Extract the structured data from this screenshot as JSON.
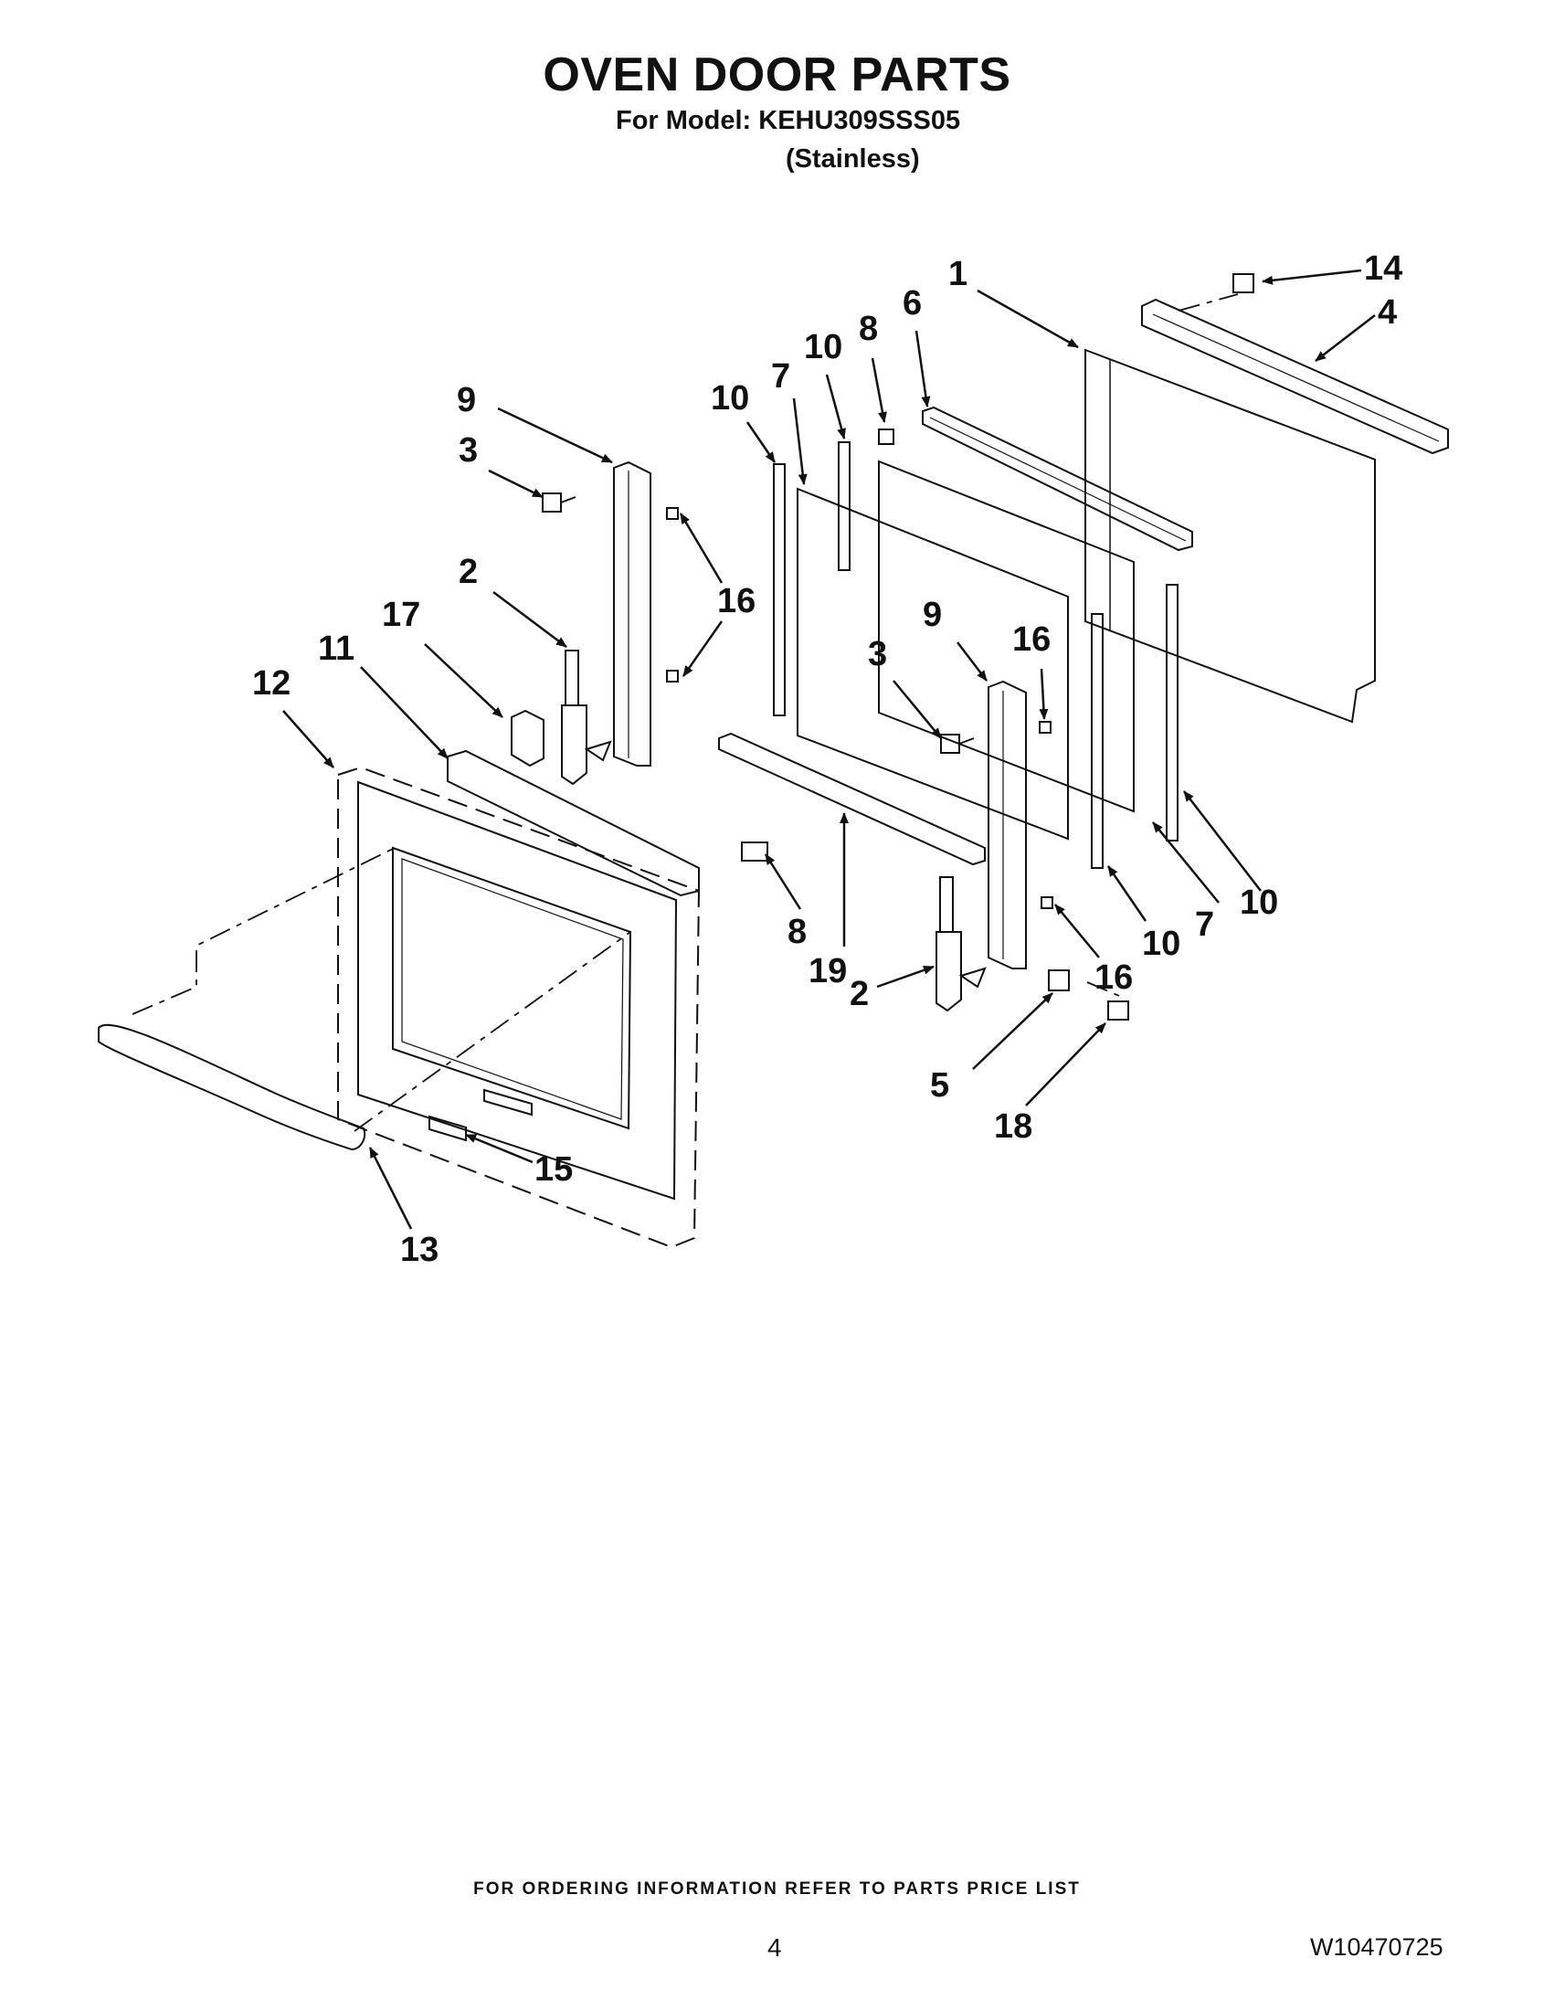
{
  "header": {
    "title": "OVEN DOOR PARTS",
    "model_line": "For Model: KEHU309SSS05",
    "finish": "(Stainless)"
  },
  "callouts": {
    "c1": "1",
    "c14": "14",
    "c4": "4",
    "c6": "6",
    "c8a": "8",
    "c10a": "10",
    "c10b": "10",
    "c7a": "7",
    "c9a": "9",
    "c3a": "3",
    "c2a": "2",
    "c16a": "16",
    "c17": "17",
    "c11": "11",
    "c12": "12",
    "c9b": "9",
    "c3b": "3",
    "c16b": "16",
    "c8b": "8",
    "c19": "19",
    "c2b": "2",
    "c16c": "16",
    "c10c": "10",
    "c7b": "7",
    "c10d": "10",
    "c5": "5",
    "c18": "18",
    "c15": "15",
    "c13": "13"
  },
  "footer": {
    "note": "FOR ORDERING INFORMATION REFER TO PARTS PRICE LIST",
    "page_number": "4",
    "document_number": "W10470725"
  }
}
